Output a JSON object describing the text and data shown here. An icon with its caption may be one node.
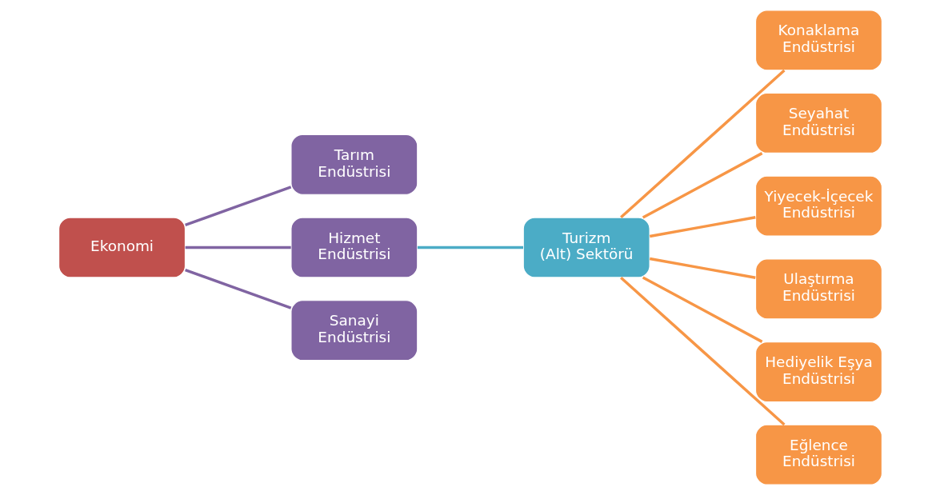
{
  "diagram": {
    "nodes": [
      {
        "text": [
          "Ekonomi"
        ]
      },
      {
        "text": [
          "Tarım Endüstrisi"
        ]
      },
      {
        "text": [
          "Hizmet Endüstrisi"
        ]
      },
      {
        "text": [
          "Sanayi Endüstrisi"
        ]
      },
      {
        "text": [
          "Turizm  (Alt) Sektörü"
        ]
      },
      {
        "text": [
          "Konaklama Endüstrisi"
        ]
      },
      {
        "text": [
          "Seyahat Endüstrisi"
        ]
      },
      {
        "text": [
          "Yiyecek-İçecek Endüstrisi"
        ]
      },
      {
        "text": [
          "Ulaştırma Endüstrisi"
        ]
      },
      {
        "text": [
          "Hediyelik Eşya Endüstrisi"
        ]
      },
      {
        "text": [
          "Eğlence Endüstrisi"
        ]
      }
    ],
    "edges": [
      {
        "from": 0,
        "to": 1,
        "arrow": "none",
        "color": "#8064a2"
      },
      {
        "from": 0,
        "to": 2,
        "arrow": "none",
        "color": "#8064a2"
      },
      {
        "from": 0,
        "to": 3,
        "arrow": "none",
        "color": "#8064a2"
      },
      {
        "from": 2,
        "to": 4,
        "arrow": "none",
        "color": "#4bacc6"
      },
      {
        "from": 4,
        "to": 5,
        "arrow": "none"
      },
      {
        "from": 4,
        "to": 6,
        "arrow": "none"
      },
      {
        "from": 4,
        "to": 7,
        "arrow": "none"
      },
      {
        "from": 4,
        "to": 8,
        "arrow": "none"
      },
      {
        "from": 4,
        "to": 9,
        "arrow": "none"
      },
      {
        "from": 4,
        "to": 10,
        "arrow": "none"
      }
    ]
  }
}
